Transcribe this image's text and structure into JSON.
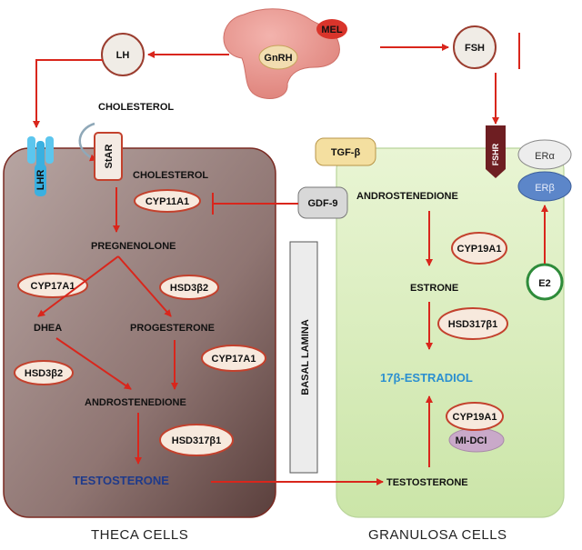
{
  "hypothalamus": {
    "gnrh": "GnRH",
    "mel": "MEL"
  },
  "hormones": {
    "lh": "LH",
    "fsh": "FSH",
    "e2": "E2"
  },
  "receptors": {
    "lhr": "LHR",
    "fshr": "FSHR",
    "star": "StAR",
    "er_alpha": "ERα",
    "er_beta": "ERβ"
  },
  "factors": {
    "tgf_beta": "TGF-β",
    "gdf9": "GDF-9"
  },
  "basal_lamina": "BASAL LAMINA",
  "theca": {
    "title": "THECA CELLS",
    "cholesterol_outside": "CHOLESTEROL",
    "cholesterol": "CHOLESTEROL",
    "cyp11a1": "CYP11A1",
    "pregnenolone": "PREGNENOLONE",
    "cyp17a1_left": "CYP17A1",
    "hsd3b2_right": "HSD3β2",
    "dhea": "DHEA",
    "progesterone": "PROGESTERONE",
    "hsd3b2_left": "HSD3β2",
    "cyp17a1_right": "CYP17A1",
    "androstenedione": "ANDROSTENEDIONE",
    "hsd17b1": "HSD317β1",
    "testosterone": "TESTOSTERONE"
  },
  "granulosa": {
    "title": "GRANULOSA CELLS",
    "androstenedione": "ANDROSTENEDIONE",
    "cyp19a1_top": "CYP19A1",
    "estrone": "ESTRONE",
    "hsd17b1": "HSD317β1",
    "estradiol": "17β-ESTRADIOL",
    "cyp19a1_bottom": "CYP19A1",
    "midci": "MI-DCI",
    "testosterone": "TESTOSTERONE"
  },
  "colors": {
    "arrow": "#d9261c",
    "theca_fill": "#a48d8a",
    "granulosa_fill": "#d8edb8",
    "testosterone_text": "#1f3a8a",
    "estradiol_text": "#2b8fd0",
    "hypothalamus": "#e8958f",
    "mel": "#d9342b",
    "fshr": "#6e1e22",
    "lhr": "#3ab0e0",
    "er_beta": "#5c86c9"
  }
}
